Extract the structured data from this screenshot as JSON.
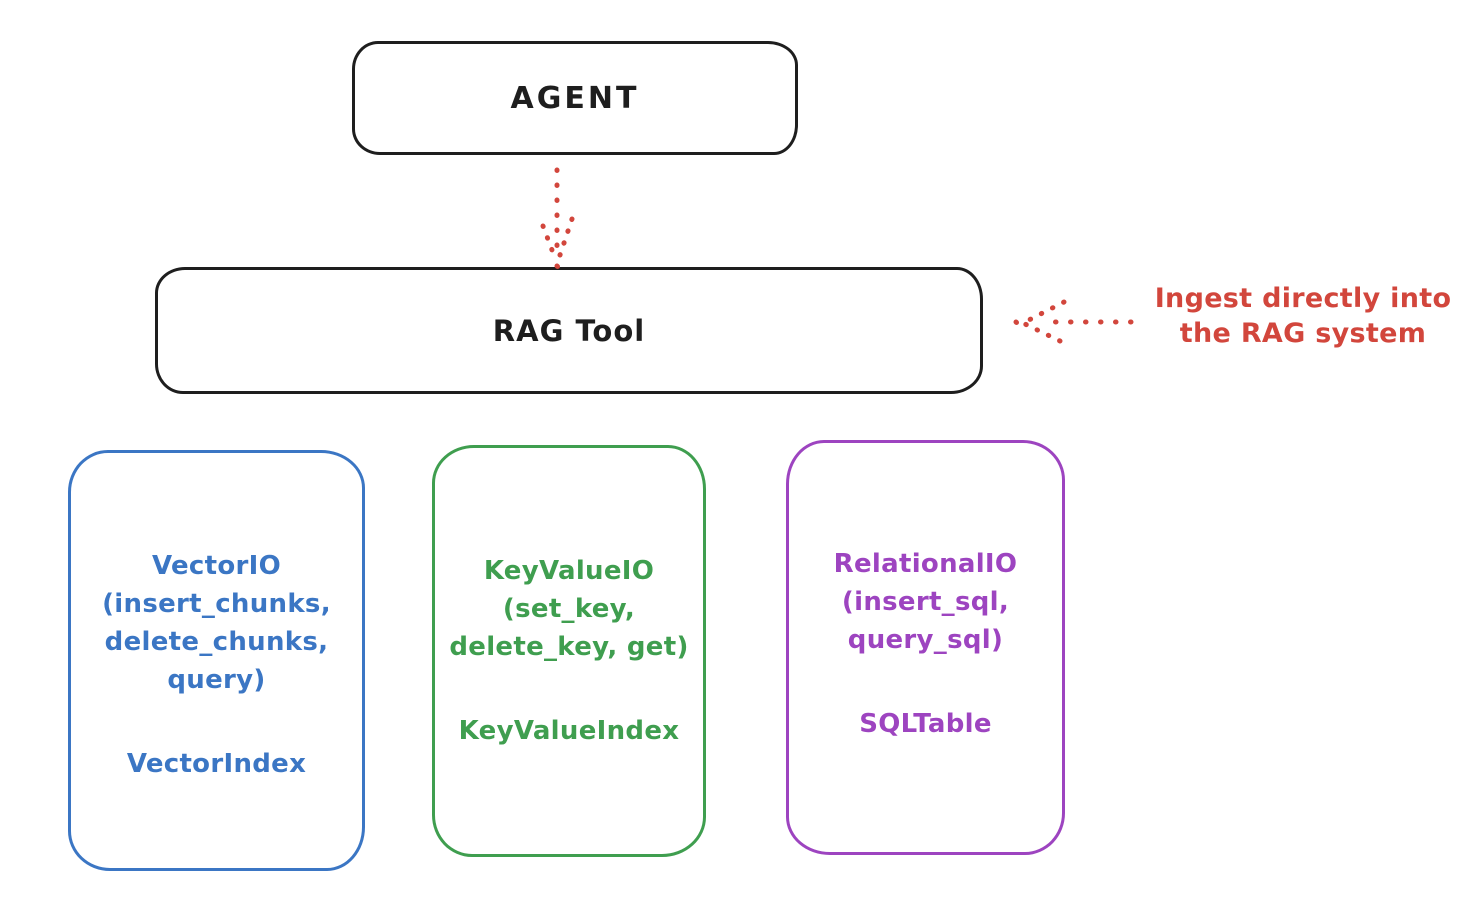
{
  "diagram": {
    "colors": {
      "background": "#ffffff",
      "ink": "#1e1e1e",
      "red": "#d2463c",
      "blue": "#3b76c4",
      "green": "#3f9e4f",
      "purple": "#9d44c0"
    },
    "agent": {
      "label": "AGENT"
    },
    "rag_tool": {
      "label": "RAG Tool"
    },
    "annotation": {
      "text": "Ingest directly into\nthe RAG system"
    },
    "arrows": [
      {
        "id": "agent-to-rag",
        "style": "dotted",
        "direction": "down",
        "from": "AGENT",
        "to": "RAG Tool"
      },
      {
        "id": "ingest-into-rag",
        "style": "dotted",
        "direction": "left",
        "from": "annotation",
        "to": "RAG Tool"
      }
    ],
    "backends": [
      {
        "id": "vector-io",
        "color": "#3b76c4",
        "body": "VectorIO\n(insert_chunks,\ndelete_chunks,\nquery)",
        "index_label": "VectorIndex"
      },
      {
        "id": "keyvalue-io",
        "color": "#3f9e4f",
        "body": "KeyValueIO\n(set_key,\ndelete_key, get)",
        "index_label": "KeyValueIndex"
      },
      {
        "id": "relational-io",
        "color": "#9d44c0",
        "body": "RelationalIO\n(insert_sql,\nquery_sql)",
        "index_label": "SQLTable"
      }
    ]
  }
}
